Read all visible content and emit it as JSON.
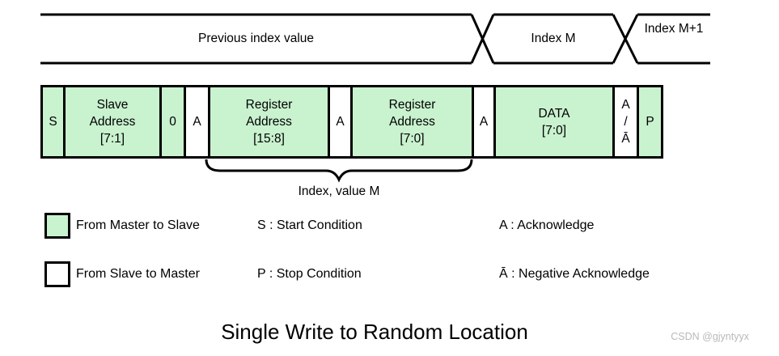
{
  "timeline": {
    "segments": [
      {
        "id": "previous",
        "label": "Previous index value"
      },
      {
        "id": "index-m",
        "label": "Index M"
      },
      {
        "id": "index-m-plus-1",
        "label": "Index M+1"
      }
    ]
  },
  "packet": {
    "fields": [
      {
        "id": "start",
        "label": "S",
        "fill": "green"
      },
      {
        "id": "slave-address",
        "label": "Slave\nAddress\n[7:1]",
        "fill": "green"
      },
      {
        "id": "write-bit",
        "label": "0",
        "fill": "green"
      },
      {
        "id": "ack-1",
        "label": "A",
        "fill": "white"
      },
      {
        "id": "register-address-high",
        "label": "Register\nAddress\n[15:8]",
        "fill": "green"
      },
      {
        "id": "ack-2",
        "label": "A",
        "fill": "white"
      },
      {
        "id": "register-address-low",
        "label": "Register\nAddress\n[7:0]",
        "fill": "green"
      },
      {
        "id": "ack-3",
        "label": "A",
        "fill": "white"
      },
      {
        "id": "data",
        "label": "DATA\n[7:0]",
        "fill": "green"
      },
      {
        "id": "ack-nack",
        "label": "A\n/\nĀ",
        "fill": "white"
      },
      {
        "id": "stop",
        "label": "P",
        "fill": "green"
      }
    ],
    "brace_label": "Index, value M"
  },
  "legend": {
    "items": [
      {
        "id": "master",
        "swatch": "green",
        "label": "From Master to Slave"
      },
      {
        "id": "slave",
        "swatch": "white",
        "label": "From Slave to Master"
      }
    ],
    "abbreviations": {
      "start": "S : Start Condition",
      "stop": "P : Stop Condition",
      "ack": "A : Acknowledge",
      "nack": "Ā : Negative Acknowledge"
    }
  },
  "title": "Single Write to Random Location",
  "watermark": "CSDN @gjyntyyx",
  "colors": {
    "master_fill": "#c9f2cf",
    "slave_fill": "#ffffff",
    "line": "#000000",
    "watermark": "#b9b9b9"
  }
}
